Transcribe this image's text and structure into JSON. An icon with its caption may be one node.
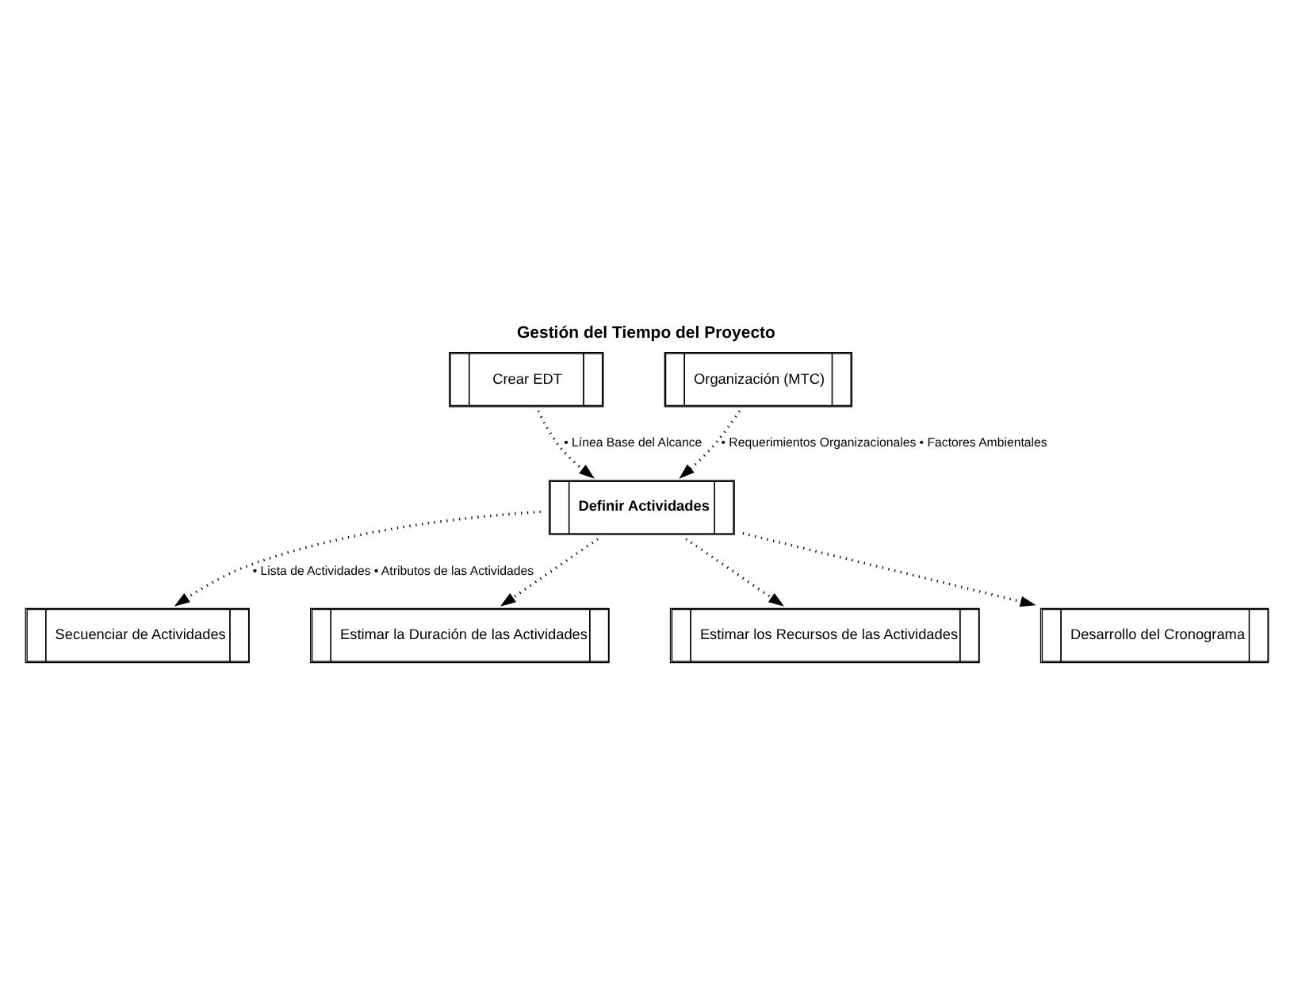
{
  "diagram": {
    "title": "Gestión del Tiempo del Proyecto",
    "nodes": [
      {
        "text": [
          "Crear EDT"
        ]
      },
      {
        "text": [
          "Definir Actividades"
        ]
      },
      {
        "text": [
          "Organización (MTC)"
        ]
      },
      {
        "text": [
          "Secuenciar de Actividades"
        ]
      },
      {
        "text": [
          "Estimar la Duración de las Actividades"
        ]
      },
      {
        "text": [
          "Estimar los Recursos de las Actividades"
        ]
      },
      {
        "text": [
          "Desarrollo del Cronograma"
        ]
      }
    ],
    "edges": [
      {
        "from": 0,
        "to": 1,
        "arrow": "to",
        "style": "dashed",
        "label": "• Línea Base del Alcance"
      },
      {
        "from": 2,
        "to": 1,
        "arrow": "to",
        "style": "dashed",
        "label": "• Requerimientos Organizacionales • Factores Ambientales"
      },
      {
        "from": 1,
        "to": 3,
        "arrow": "to",
        "style": "dashed",
        "label": "• Lista de Actividades • Atributos de las Actividades"
      },
      {
        "from": 1,
        "to": 4,
        "arrow": "to",
        "style": "dashed"
      },
      {
        "from": 1,
        "to": 5,
        "arrow": "to",
        "style": "dashed"
      },
      {
        "from": 1,
        "to": 6,
        "arrow": "to",
        "style": "dashed"
      }
    ]
  }
}
